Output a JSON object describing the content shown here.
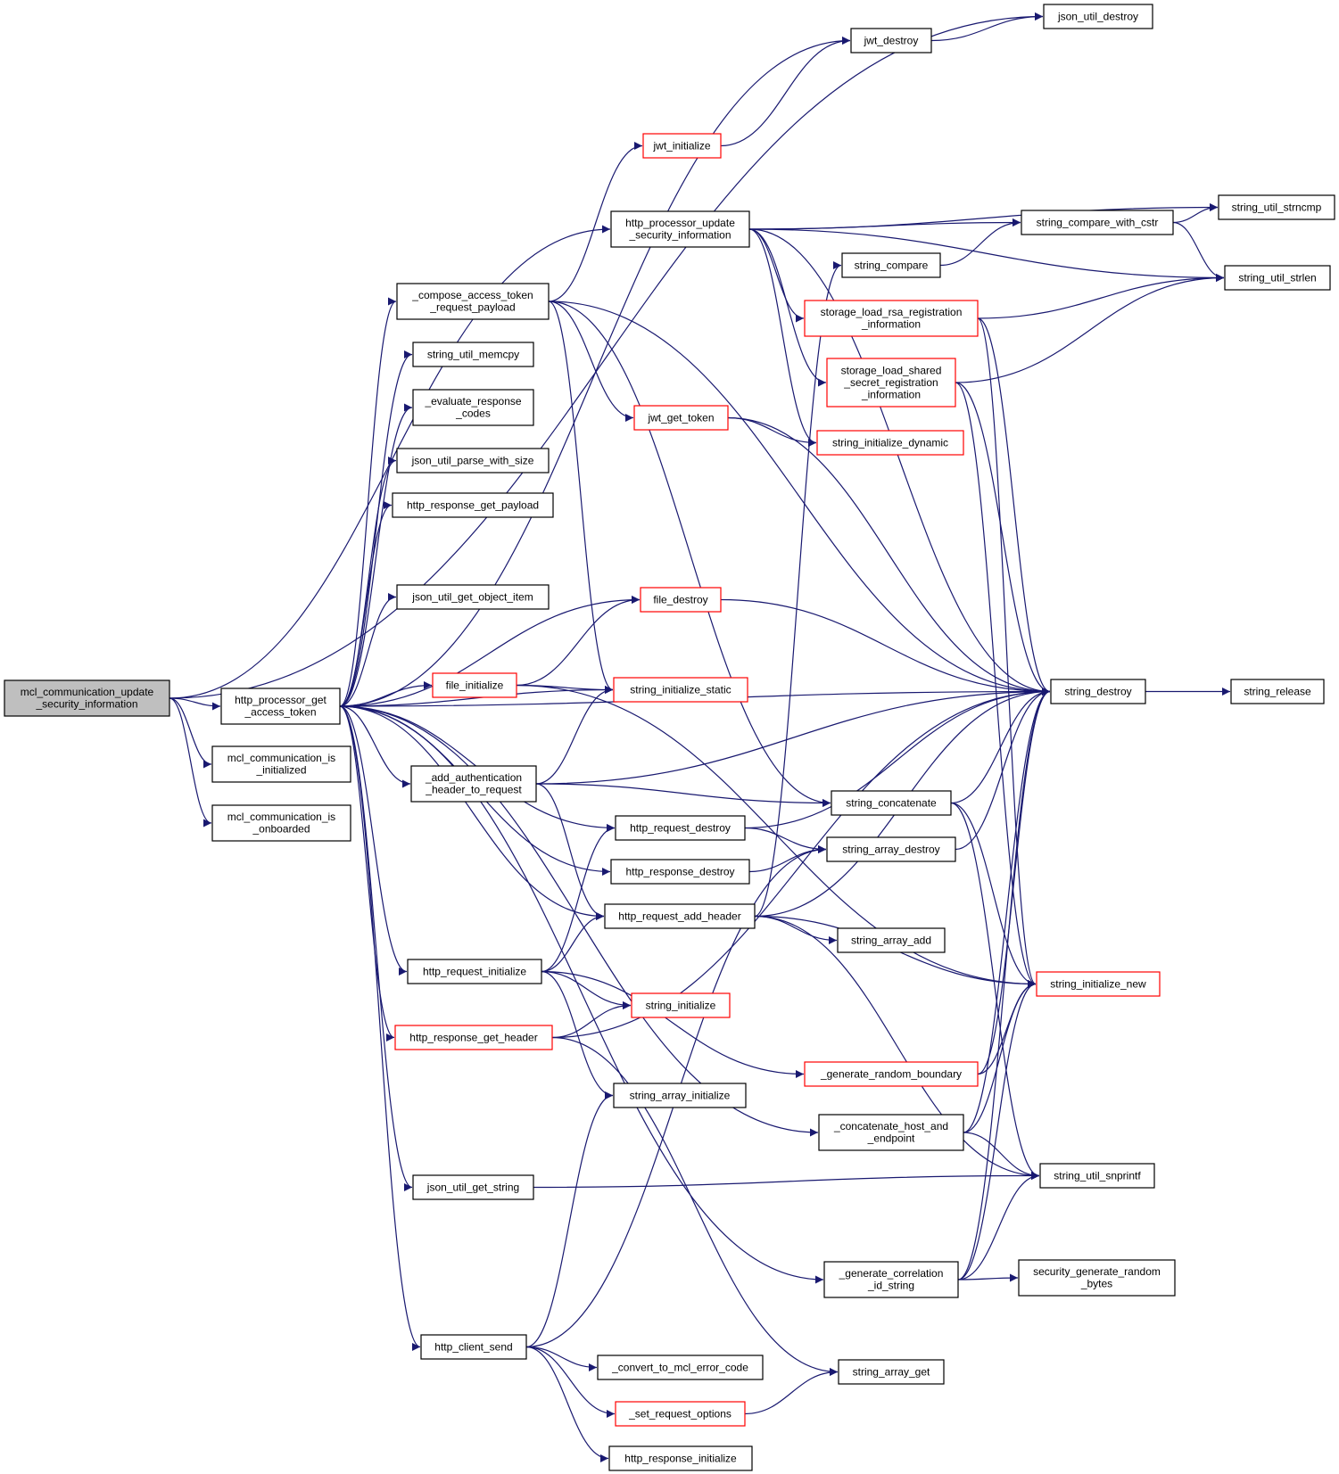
{
  "colors": {
    "edge": "#191970",
    "border_normal": "#000000",
    "border_red": "#ff0000",
    "root_fill": "#bfbfbf",
    "fill": "#ffffff",
    "text": "#000000"
  },
  "nodes": [
    {
      "id": "root",
      "lines": [
        "mcl_communication_update",
        "_security_information"
      ],
      "style": "root"
    },
    {
      "id": "hpgat",
      "lines": [
        "http_processor_get",
        "_access_token"
      ],
      "style": "normal"
    },
    {
      "id": "mcii",
      "lines": [
        "mcl_communication_is",
        "_initialized"
      ],
      "style": "normal"
    },
    {
      "id": "mcio",
      "lines": [
        "mcl_communication_is",
        "_onboarded"
      ],
      "style": "normal"
    },
    {
      "id": "cat",
      "lines": [
        "_compose_access_token",
        "_request_payload"
      ],
      "style": "normal"
    },
    {
      "id": "sum",
      "lines": [
        "string_util_memcpy"
      ],
      "style": "normal"
    },
    {
      "id": "erc",
      "lines": [
        "_evaluate_response",
        "_codes"
      ],
      "style": "normal"
    },
    {
      "id": "jups",
      "lines": [
        "json_util_parse_with_size"
      ],
      "style": "normal"
    },
    {
      "id": "hrgp",
      "lines": [
        "http_response_get_payload"
      ],
      "style": "normal"
    },
    {
      "id": "jugoi",
      "lines": [
        "json_util_get_object_item"
      ],
      "style": "normal"
    },
    {
      "id": "fi",
      "lines": [
        "file_initialize"
      ],
      "style": "red"
    },
    {
      "id": "aah",
      "lines": [
        "_add_authentication",
        "_header_to_request"
      ],
      "style": "normal"
    },
    {
      "id": "hri",
      "lines": [
        "http_request_initialize"
      ],
      "style": "normal"
    },
    {
      "id": "hrgh",
      "lines": [
        "http_response_get_header"
      ],
      "style": "red"
    },
    {
      "id": "jugs",
      "lines": [
        "json_util_get_string"
      ],
      "style": "normal"
    },
    {
      "id": "hcs",
      "lines": [
        "http_client_send"
      ],
      "style": "normal"
    },
    {
      "id": "hpusi",
      "lines": [
        "http_processor_update",
        "_security_information"
      ],
      "style": "normal"
    },
    {
      "id": "jwti",
      "lines": [
        "jwt_initialize"
      ],
      "style": "red"
    },
    {
      "id": "jwtgt",
      "lines": [
        "jwt_get_token"
      ],
      "style": "red"
    },
    {
      "id": "fd",
      "lines": [
        "file_destroy"
      ],
      "style": "red"
    },
    {
      "id": "sis",
      "lines": [
        "string_initialize_static"
      ],
      "style": "red"
    },
    {
      "id": "hrd",
      "lines": [
        "http_request_destroy"
      ],
      "style": "normal"
    },
    {
      "id": "hrsd",
      "lines": [
        "http_response_destroy"
      ],
      "style": "normal"
    },
    {
      "id": "hrah",
      "lines": [
        "http_request_add_header"
      ],
      "style": "normal"
    },
    {
      "id": "si",
      "lines": [
        "string_initialize"
      ],
      "style": "red"
    },
    {
      "id": "sai",
      "lines": [
        "string_array_initialize"
      ],
      "style": "normal"
    },
    {
      "id": "cmec",
      "lines": [
        "_convert_to_mcl_error_code"
      ],
      "style": "normal"
    },
    {
      "id": "sro",
      "lines": [
        "_set_request_options"
      ],
      "style": "red"
    },
    {
      "id": "hrsi",
      "lines": [
        "http_response_initialize"
      ],
      "style": "normal"
    },
    {
      "id": "jwtd",
      "lines": [
        "jwt_destroy"
      ],
      "style": "normal"
    },
    {
      "id": "sc",
      "lines": [
        "string_compare"
      ],
      "style": "normal"
    },
    {
      "id": "slrsa",
      "lines": [
        "storage_load_rsa_registration",
        "_information"
      ],
      "style": "red"
    },
    {
      "id": "slss",
      "lines": [
        "storage_load_shared",
        "_secret_registration",
        "_information"
      ],
      "style": "red"
    },
    {
      "id": "sid",
      "lines": [
        "string_initialize_dynamic"
      ],
      "style": "red"
    },
    {
      "id": "scat",
      "lines": [
        "string_concatenate"
      ],
      "style": "normal"
    },
    {
      "id": "sad",
      "lines": [
        "string_array_destroy"
      ],
      "style": "normal"
    },
    {
      "id": "saa",
      "lines": [
        "string_array_add"
      ],
      "style": "normal"
    },
    {
      "id": "grb",
      "lines": [
        "_generate_random_boundary"
      ],
      "style": "red"
    },
    {
      "id": "chae",
      "lines": [
        "_concatenate_host_and",
        "_endpoint"
      ],
      "style": "normal"
    },
    {
      "id": "gci",
      "lines": [
        "_generate_correlation",
        "_id_string"
      ],
      "style": "normal"
    },
    {
      "id": "sag",
      "lines": [
        "string_array_get"
      ],
      "style": "normal"
    },
    {
      "id": "jud",
      "lines": [
        "json_util_destroy"
      ],
      "style": "normal"
    },
    {
      "id": "scwc",
      "lines": [
        "string_compare_with_cstr"
      ],
      "style": "normal"
    },
    {
      "id": "sus",
      "lines": [
        "string_util_strncmp"
      ],
      "style": "normal"
    },
    {
      "id": "sul",
      "lines": [
        "string_util_strlen"
      ],
      "style": "normal"
    },
    {
      "id": "sd",
      "lines": [
        "string_destroy"
      ],
      "style": "normal"
    },
    {
      "id": "sr",
      "lines": [
        "string_release"
      ],
      "style": "normal"
    },
    {
      "id": "sin",
      "lines": [
        "string_initialize_new"
      ],
      "style": "red"
    },
    {
      "id": "susn",
      "lines": [
        "string_util_snprintf"
      ],
      "style": "normal"
    },
    {
      "id": "sgrb",
      "lines": [
        "security_generate_random",
        "_bytes"
      ],
      "style": "normal"
    }
  ],
  "edges": [
    [
      "root",
      "hpgat"
    ],
    [
      "root",
      "mcii"
    ],
    [
      "root",
      "mcio"
    ],
    [
      "root",
      "hpusi"
    ],
    [
      "root",
      "jud"
    ],
    [
      "hpgat",
      "cat"
    ],
    [
      "hpgat",
      "sum"
    ],
    [
      "hpgat",
      "erc"
    ],
    [
      "hpgat",
      "jups"
    ],
    [
      "hpgat",
      "hrgp"
    ],
    [
      "hpgat",
      "jugoi"
    ],
    [
      "hpgat",
      "fi"
    ],
    [
      "hpgat",
      "fd"
    ],
    [
      "hpgat",
      "sis"
    ],
    [
      "hpgat",
      "aah"
    ],
    [
      "hpgat",
      "hrd"
    ],
    [
      "hpgat",
      "hrsd"
    ],
    [
      "hpgat",
      "hrah"
    ],
    [
      "hpgat",
      "hri"
    ],
    [
      "hpgat",
      "hrgh"
    ],
    [
      "hpgat",
      "chae"
    ],
    [
      "hpgat",
      "gci"
    ],
    [
      "hpgat",
      "jugs"
    ],
    [
      "hpgat",
      "hcs"
    ],
    [
      "hpgat",
      "sd"
    ],
    [
      "hpgat",
      "jwtd"
    ],
    [
      "cat",
      "jwti"
    ],
    [
      "cat",
      "jwtgt"
    ],
    [
      "cat",
      "sis"
    ],
    [
      "cat",
      "scat"
    ],
    [
      "cat",
      "sd"
    ],
    [
      "jwti",
      "jwtd"
    ],
    [
      "jwtd",
      "jud"
    ],
    [
      "jwtgt",
      "sid"
    ],
    [
      "jwtgt",
      "sd"
    ],
    [
      "fi",
      "fd"
    ],
    [
      "fi",
      "sis"
    ],
    [
      "fi",
      "sin"
    ],
    [
      "fd",
      "sd"
    ],
    [
      "aah",
      "sis"
    ],
    [
      "aah",
      "sd"
    ],
    [
      "aah",
      "scat"
    ],
    [
      "aah",
      "hrah"
    ],
    [
      "hrd",
      "sad"
    ],
    [
      "hrd",
      "sd"
    ],
    [
      "hrsd",
      "sad"
    ],
    [
      "hrah",
      "saa"
    ],
    [
      "hrah",
      "sin"
    ],
    [
      "hrah",
      "sd"
    ],
    [
      "hrah",
      "sc"
    ],
    [
      "hrah",
      "susn"
    ],
    [
      "hri",
      "hrah"
    ],
    [
      "hri",
      "hrd"
    ],
    [
      "hri",
      "si"
    ],
    [
      "hri",
      "sai"
    ],
    [
      "hri",
      "grb"
    ],
    [
      "hrgh",
      "si"
    ],
    [
      "hrgh",
      "sag"
    ],
    [
      "hrgh",
      "sd"
    ],
    [
      "jugs",
      "susn"
    ],
    [
      "hcs",
      "cmec"
    ],
    [
      "hcs",
      "sro"
    ],
    [
      "hcs",
      "hrsi"
    ],
    [
      "hcs",
      "sai"
    ],
    [
      "hcs",
      "sad"
    ],
    [
      "sro",
      "sag"
    ],
    [
      "hpusi",
      "scwc"
    ],
    [
      "hpusi",
      "sus"
    ],
    [
      "hpusi",
      "sul"
    ],
    [
      "hpusi",
      "slrsa"
    ],
    [
      "hpusi",
      "slss"
    ],
    [
      "hpusi",
      "sid"
    ],
    [
      "hpusi",
      "sd"
    ],
    [
      "sc",
      "scwc"
    ],
    [
      "scwc",
      "sus"
    ],
    [
      "scwc",
      "sul"
    ],
    [
      "slrsa",
      "sul"
    ],
    [
      "slrsa",
      "sd"
    ],
    [
      "slrsa",
      "sin"
    ],
    [
      "slss",
      "sul"
    ],
    [
      "slss",
      "sd"
    ],
    [
      "slss",
      "sin"
    ],
    [
      "scat",
      "sd"
    ],
    [
      "scat",
      "sin"
    ],
    [
      "scat",
      "susn"
    ],
    [
      "sad",
      "sd"
    ],
    [
      "grb",
      "sin"
    ],
    [
      "grb",
      "sd"
    ],
    [
      "chae",
      "susn"
    ],
    [
      "chae",
      "sin"
    ],
    [
      "chae",
      "sd"
    ],
    [
      "gci",
      "sgrb"
    ],
    [
      "gci",
      "susn"
    ],
    [
      "gci",
      "sin"
    ],
    [
      "gci",
      "sd"
    ],
    [
      "sd",
      "sr"
    ]
  ]
}
